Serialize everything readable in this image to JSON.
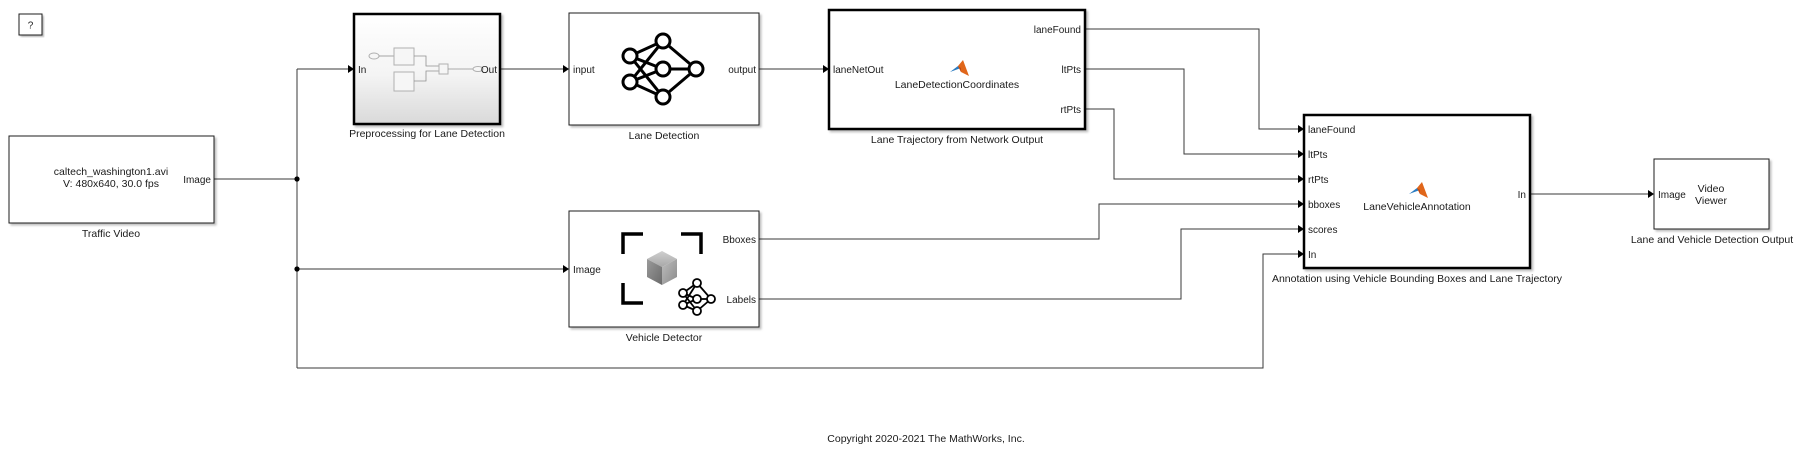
{
  "help": {
    "label": "?"
  },
  "blocks": {
    "traffic_video": {
      "line1": "caltech_washington1.avi",
      "line2": "V: 480x640, 30.0 fps",
      "out_port": "Image",
      "name": "Traffic Video"
    },
    "preprocessing": {
      "in_port": "In",
      "out_port": "Out",
      "name": "Preprocessing for Lane Detection"
    },
    "lane_detection": {
      "in_port": "input",
      "out_port": "output",
      "name": "Lane Detection"
    },
    "lane_trajectory": {
      "in_port": "laneNetOut",
      "function_name": "LaneDetectionCoordinates",
      "out_ports": [
        "laneFound",
        "ltPts",
        "rtPts"
      ],
      "name": "Lane Trajectory from Network Output"
    },
    "vehicle_detector": {
      "in_port": "Image",
      "out_ports": [
        "Bboxes",
        "Labels"
      ],
      "name": "Vehicle Detector"
    },
    "annotation": {
      "in_ports": [
        "laneFound",
        "ltPts",
        "rtPts",
        "bboxes",
        "scores",
        "In"
      ],
      "function_name": "LaneVehicleAnnotation",
      "out_port": "In",
      "name": "Annotation using Vehicle Bounding Boxes and Lane Trajectory"
    },
    "video_viewer": {
      "in_port": "Image",
      "line1": "Video",
      "line2": "Viewer",
      "name": "Lane and Vehicle Detection Output"
    }
  },
  "footer": {
    "copyright": "Copyright 2020-2021 The MathWorks, Inc."
  }
}
